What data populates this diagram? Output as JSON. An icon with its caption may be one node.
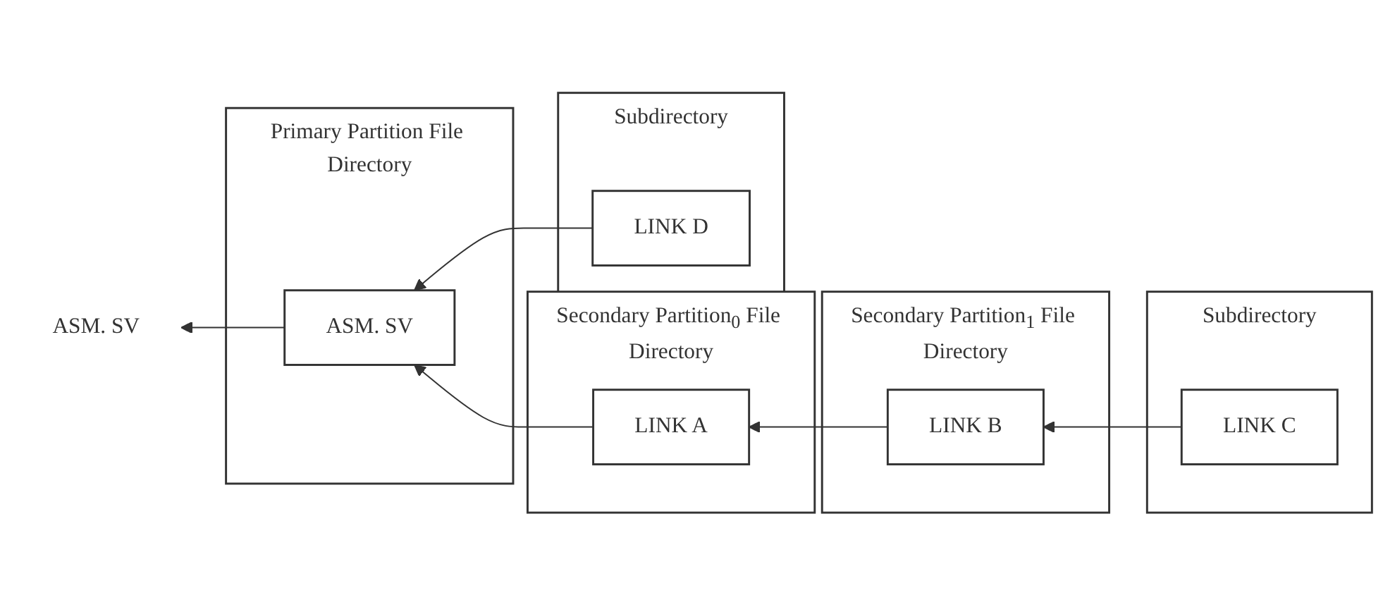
{
  "diagram": {
    "nodes": [
      {
        "text": [
          "Secondary Partition$_{0}$ File Directory"
        ]
      },
      {
        "text": [
          "LINK A"
        ],
        "in": 0
      },
      {
        "text": [
          "Secondary Partition$_{1}$ File Directory"
        ]
      },
      {
        "text": [
          "LINK B"
        ],
        "in": 2
      },
      {
        "text": [
          "Subdirectory"
        ]
      },
      {
        "text": [
          "LINK C"
        ],
        "in": 4
      },
      {
        "text": [
          "Primary Partition File Directory"
        ]
      },
      {
        "text": [
          "ASM. SV"
        ],
        "in": 6
      },
      {
        "text": [
          "Subdirectory"
        ]
      },
      {
        "text": [
          "LINK D"
        ],
        "in": 8
      },
      {
        "text": [
          "ASM. SV"
        ]
      }
    ],
    "edges": [
      {
        "from": 3,
        "to": 1,
        "arrow": "to"
      },
      {
        "from": 5,
        "to": 3,
        "arrow": "to"
      },
      {
        "from": 9,
        "to": 7,
        "arrow": "to"
      },
      {
        "from": 1,
        "to": 7,
        "arrow": "to"
      },
      {
        "from": 7,
        "to": 10,
        "arrow": "to"
      }
    ]
  }
}
